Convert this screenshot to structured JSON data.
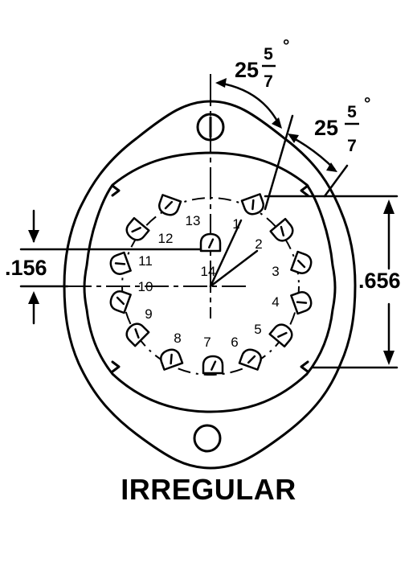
{
  "title": "IRREGULAR",
  "pins": [
    "1",
    "2",
    "3",
    "4",
    "5",
    "6",
    "7",
    "8",
    "9",
    "10",
    "11",
    "12",
    "13",
    "14"
  ],
  "dimensions": {
    "left": ".156",
    "right": ".656",
    "angle_whole": "25",
    "angle_numerator": "5",
    "angle_denominator": "7",
    "degree_symbol": "°"
  },
  "colors": {
    "ink": "#000000",
    "background": "#ffffff"
  }
}
